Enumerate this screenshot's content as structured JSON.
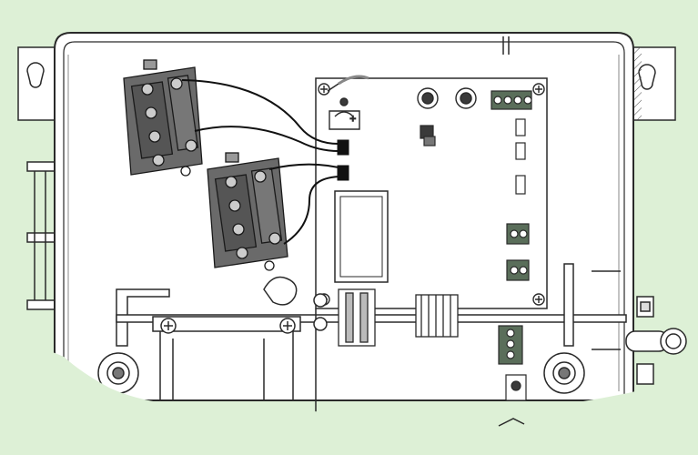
{
  "diagram": {
    "kind": "enclosure-wiring-illustration",
    "colors": {
      "background": "#ddf0d6",
      "panel": "#ffffff",
      "line": "#2a2a2a",
      "component": "#3a3a3a",
      "component_light": "#8a8a8a",
      "terminal_green": "#5a6e5a",
      "wire": "#111111"
    },
    "components": {
      "enclosure": "enclosure-body",
      "relays": [
        "relay-module-1",
        "relay-module-2"
      ],
      "board": "control-board",
      "battery": "coin-battery-holder",
      "fuses": [
        "fuse-left",
        "fuse-right"
      ],
      "transformer": "transformer-block",
      "terminal_blocks": [
        "terminal-block-top",
        "terminal-block-mid",
        "terminal-block-low",
        "terminal-block-bottom"
      ]
    }
  }
}
